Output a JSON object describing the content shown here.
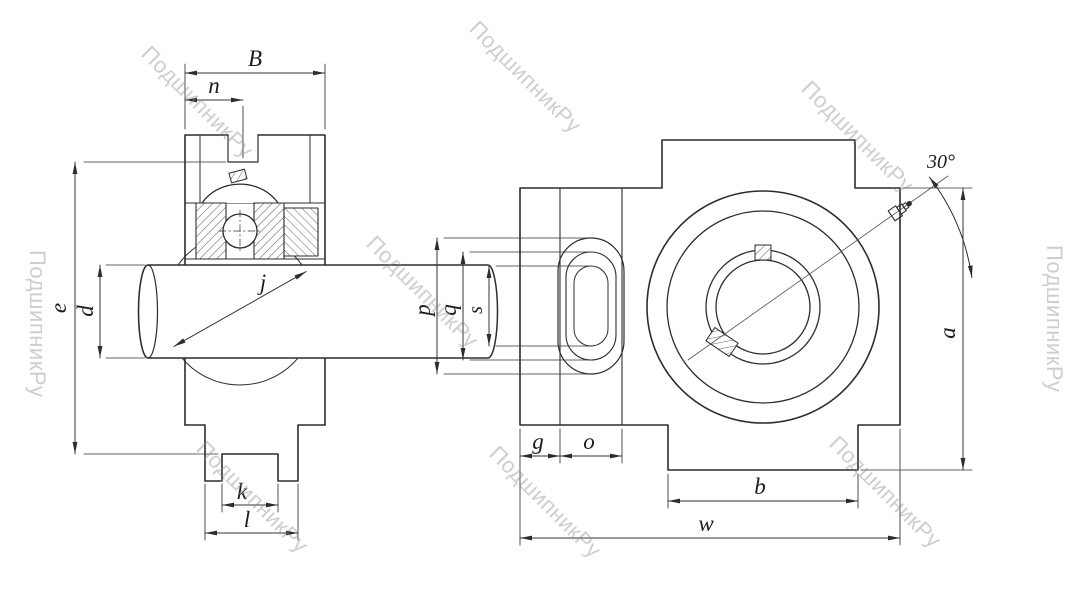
{
  "drawing": {
    "watermark_text": "ПодшипникРу",
    "left_view": {
      "label_B": "B",
      "label_n": "n",
      "label_e": "e",
      "label_d": "d",
      "label_j": "j",
      "label_k": "k",
      "label_l": "l"
    },
    "right_view": {
      "label_p": "p",
      "label_q": "q",
      "label_s": "s",
      "label_g": "g",
      "label_o": "o",
      "label_b": "b",
      "label_w": "w",
      "label_a": "a",
      "label_angle": "30°"
    }
  }
}
